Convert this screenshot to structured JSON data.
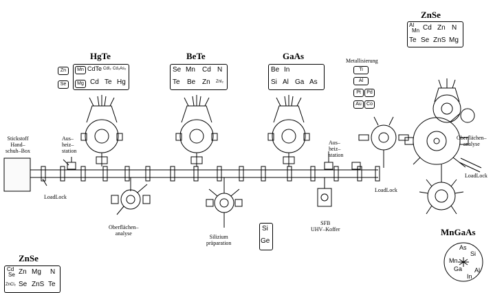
{
  "zones": {
    "hgte": {
      "title": "HgTe",
      "row1": {
        "el1": "Zn",
        "el2": "Mn",
        "el3": "CdTe",
        "el4": "CdI₂",
        "el5": "Cd₃As₂"
      },
      "row2": {
        "el1": "Se",
        "el2": "Mg",
        "el3": "Cd",
        "el4": "Te",
        "el5": "Hg"
      }
    },
    "bete": {
      "title": "BeTe",
      "row1": [
        "Se",
        "Mn",
        "Cd",
        "N"
      ],
      "row2": [
        "Te",
        "Be",
        "Zn",
        "ZnI₂"
      ]
    },
    "gaas": {
      "title": "GaAs",
      "row1": [
        "Be",
        "In"
      ],
      "row2": [
        "Si",
        "Al",
        "Ga",
        "As"
      ]
    },
    "metallisierung": {
      "title": "Metallisierung",
      "items": [
        "Ti",
        "Al",
        "Pt",
        "Pd",
        "Au",
        "Co"
      ]
    },
    "znse_top": {
      "title": "ZnSe",
      "row1": {
        "al": "Al",
        "mn": "Mn",
        "rest": [
          "Cd",
          "Zn",
          "N"
        ]
      },
      "row2": [
        "Te",
        "Se",
        "ZnS",
        "Mg"
      ]
    },
    "znse_bottom": {
      "title": "ZnSe",
      "row1": {
        "cd": "Cd",
        "se": "Se",
        "rest": [
          "Zn",
          "Mg",
          "N"
        ]
      },
      "row2": [
        "ZnCl₂",
        "Se",
        "ZnS",
        "Te"
      ]
    },
    "silizium_box": [
      "Si",
      "Ge"
    ],
    "mngaas": {
      "title": "MnGaAs",
      "elements": [
        "As",
        "Si",
        "Mn",
        "Ga",
        "Al",
        "In"
      ]
    }
  },
  "labels": {
    "stickstoff": "Stickstoff\nHand–\nschuh–Box",
    "ausheiz_left": "Aus–\nheiz–\nstation",
    "loadlock_left": "LoadLock",
    "oberflaechen_left": "Oberflächen–\nanalyse",
    "silizium": "Silizium\npräparation",
    "sfb": "SFB\nUHV–Koffer",
    "ausheiz_right": "Aus–\nheiz–\nstation",
    "loadlock_mid": "LoadLock",
    "oberflaechen_right": "Oberflächen–\nanalyse",
    "loadlock_right": "LoadLock"
  }
}
